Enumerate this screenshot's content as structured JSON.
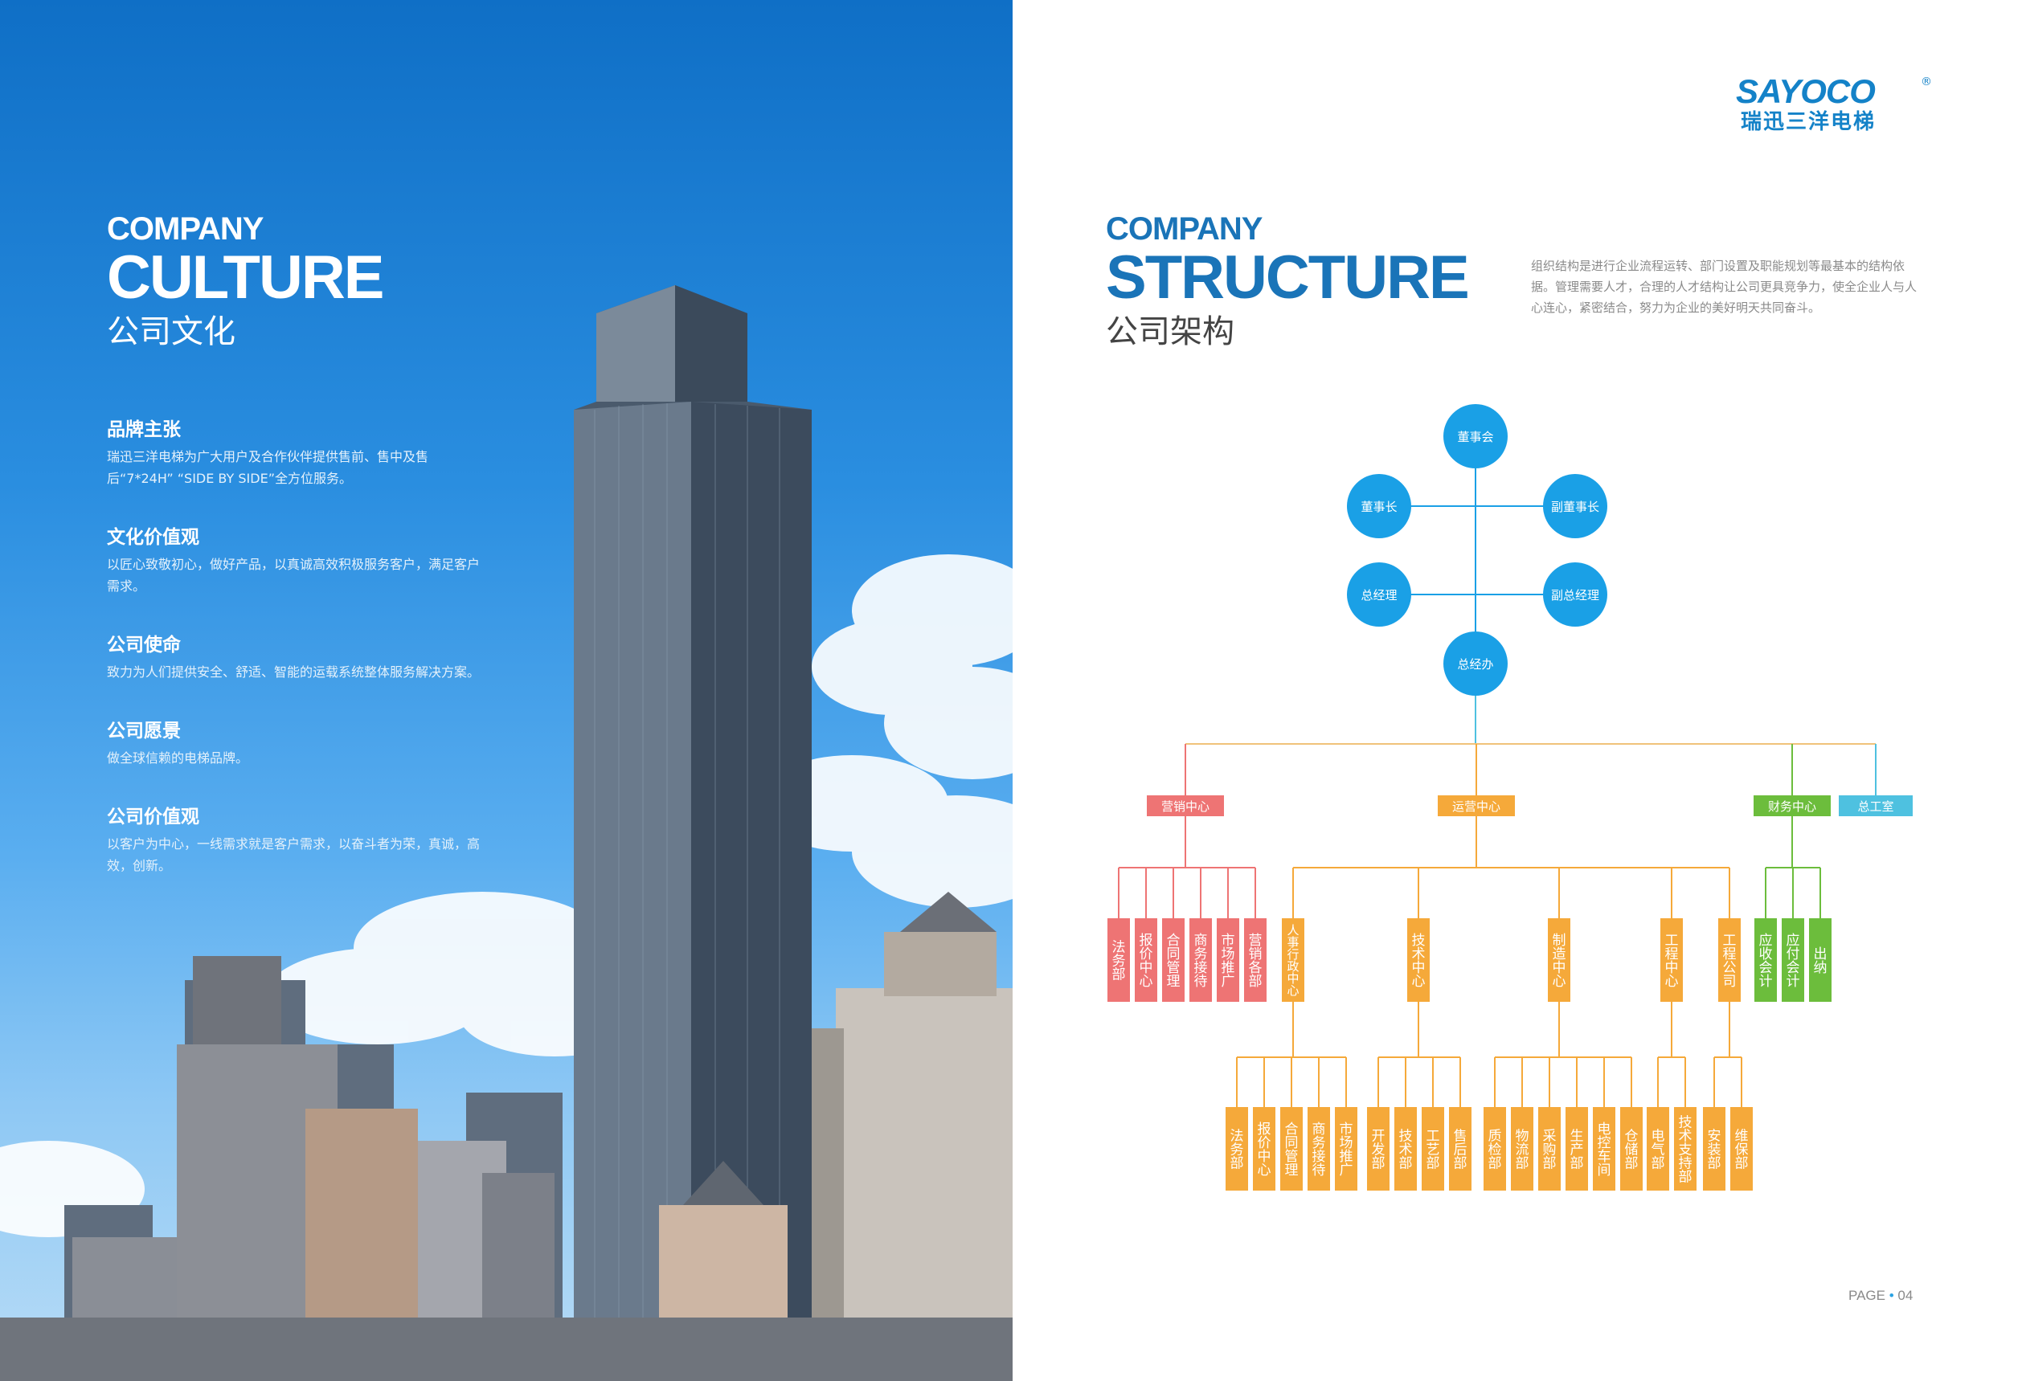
{
  "culture": {
    "heading_en_small": "COMPANY",
    "heading_en_large": "CULTURE",
    "heading_cn": "公司文化",
    "items": [
      {
        "title": "品牌主张",
        "text": "瑞迅三洋电梯为广大用户及合作伙伴提供售前、售中及售后“7*24H” “SIDE BY SIDE”全方位服务。"
      },
      {
        "title": "文化价值观",
        "text": "以匠心致敬初心，做好产品，以真诚高效积极服务客户，满足客户需求。"
      },
      {
        "title": "公司使命",
        "text": "致力为人们提供安全、舒适、智能的运载系统整体服务解决方案。"
      },
      {
        "title": "公司愿景",
        "text": "做全球信赖的电梯品牌。"
      },
      {
        "title": "公司价值观",
        "text": "以客户为中心，一线需求就是客户需求，以奋斗者为荣，真诚，高效，创新。"
      }
    ]
  },
  "structure": {
    "heading_en_small": "COMPANY",
    "heading_en_large": "STRUCTURE",
    "heading_cn": "公司架构",
    "intro": "组织结构是进行企业流程运转、部门设置及职能规划等最基本的结构依据。管理需要人才，合理的人才结构让公司更具竞争力，使全企业人与人心连心，紧密结合，努力为企业的美好明天共同奋斗。",
    "logo_mark": "SAYOCO",
    "logo_reg": "®",
    "logo_cn": "瑞迅三洋电梯",
    "page_label": "PAGE",
    "page_dot": "•",
    "page_number": "04",
    "colors": {
      "circle": "#1aa0e6",
      "red": "#ee7474",
      "orange": "#f5a93a",
      "green": "#6cbd3c",
      "teal": "#4ec1e0"
    },
    "executives": [
      "董事会",
      "董事长",
      "副董事长",
      "总经理",
      "副总经理",
      "总经办"
    ],
    "centers": [
      "营销中心",
      "运营中心",
      "财务中心",
      "总工室"
    ],
    "sales_departments": [
      "法务部",
      "报价中心",
      "合同管理",
      "商务接待",
      "市场推广",
      "营销各部"
    ],
    "operations_departments": [
      "人事行政中心",
      "技术中心",
      "制造中心",
      "工程中心",
      "工程公司"
    ],
    "finance_departments": [
      "应收会计",
      "应付会计",
      "出纳"
    ],
    "sub_departments": [
      "法务部",
      "报价中心",
      "合同管理",
      "商务接待",
      "市场推广",
      "开发部",
      "技术部",
      "工艺部",
      "售后部",
      "质检部",
      "物流部",
      "采购部",
      "生产部",
      "电控车间",
      "仓储部",
      "电气部",
      "技术支持部",
      "安装部",
      "维保部"
    ]
  }
}
